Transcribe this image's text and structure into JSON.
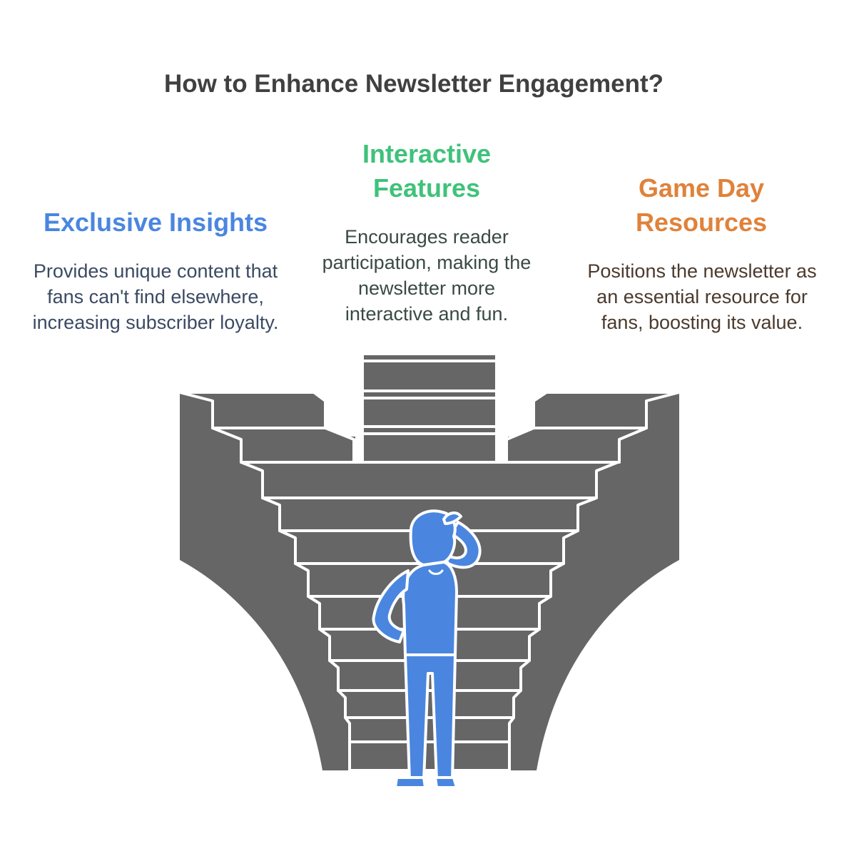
{
  "title": "How to Enhance Newsletter Engagement?",
  "left": {
    "heading": "Exclusive Insights",
    "description": "Provides unique content that fans can't find elsewhere, increasing subscriber loyalty.",
    "color": "#4a86e0"
  },
  "middle": {
    "heading": "Interactive Features",
    "description": "Encourages reader participation, making the newsletter more interactive and fun.",
    "color": "#3fc27a"
  },
  "right": {
    "heading": "Game Day Resources",
    "description": "Positions the newsletter as an essential resource for fans, boosting its value.",
    "color": "#e0823a"
  },
  "illustration": {
    "stair_color": "#666666",
    "person_color": "#4a86e0",
    "icon": "person-scratching-head-icon"
  }
}
